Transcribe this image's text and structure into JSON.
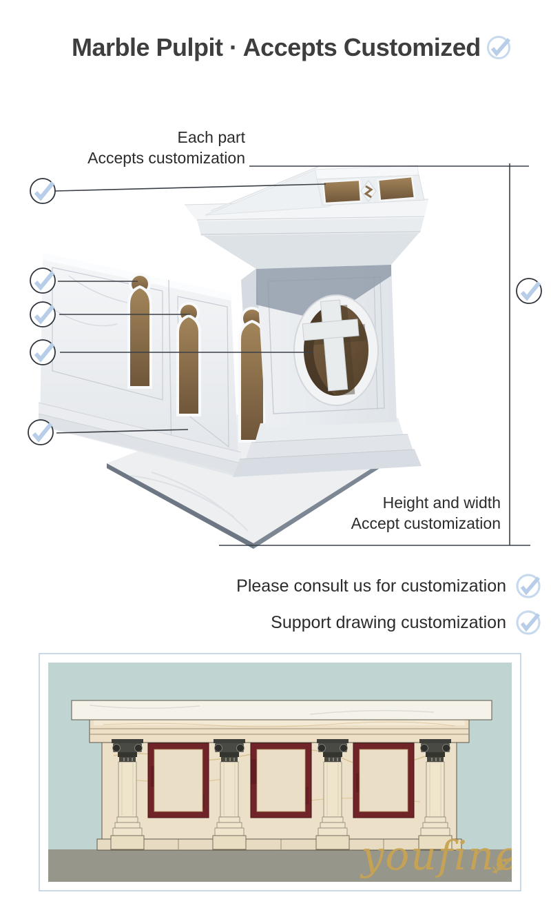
{
  "title": "Marble Pulpit · Accepts Customized",
  "annotations": {
    "each_part": {
      "line1": "Each part",
      "line2": "Accepts customization"
    },
    "height_width": {
      "line1": "Height and width",
      "line2": "Accept customization"
    },
    "consult": "Please consult us for customization",
    "support": "Support drawing customization"
  },
  "drawing": {
    "watermark": "youfine"
  },
  "icons": {
    "check_circle_light": "check-circle-icon",
    "check_circle_dark": "check-circle-icon"
  },
  "colors": {
    "accent_check_blue": "#b7cde8",
    "light_circle_blue": "#c7daed",
    "annotation_line": "#3a3f46",
    "title_text": "#3e3e3e",
    "body_text": "#2b2b2b",
    "marble_white": "#f3f5f7",
    "marble_shadow_blue": "#8d99a8",
    "inlay_brown": "#8a6d4c",
    "drawing_background": "#c0d4d1",
    "drawing_ground": "#96968a",
    "drawing_cream": "#ece1c8",
    "drawing_panel_red": "#702428",
    "watermark_gold": "#c8a353",
    "frame_border_blue": "#c9d9e8"
  }
}
